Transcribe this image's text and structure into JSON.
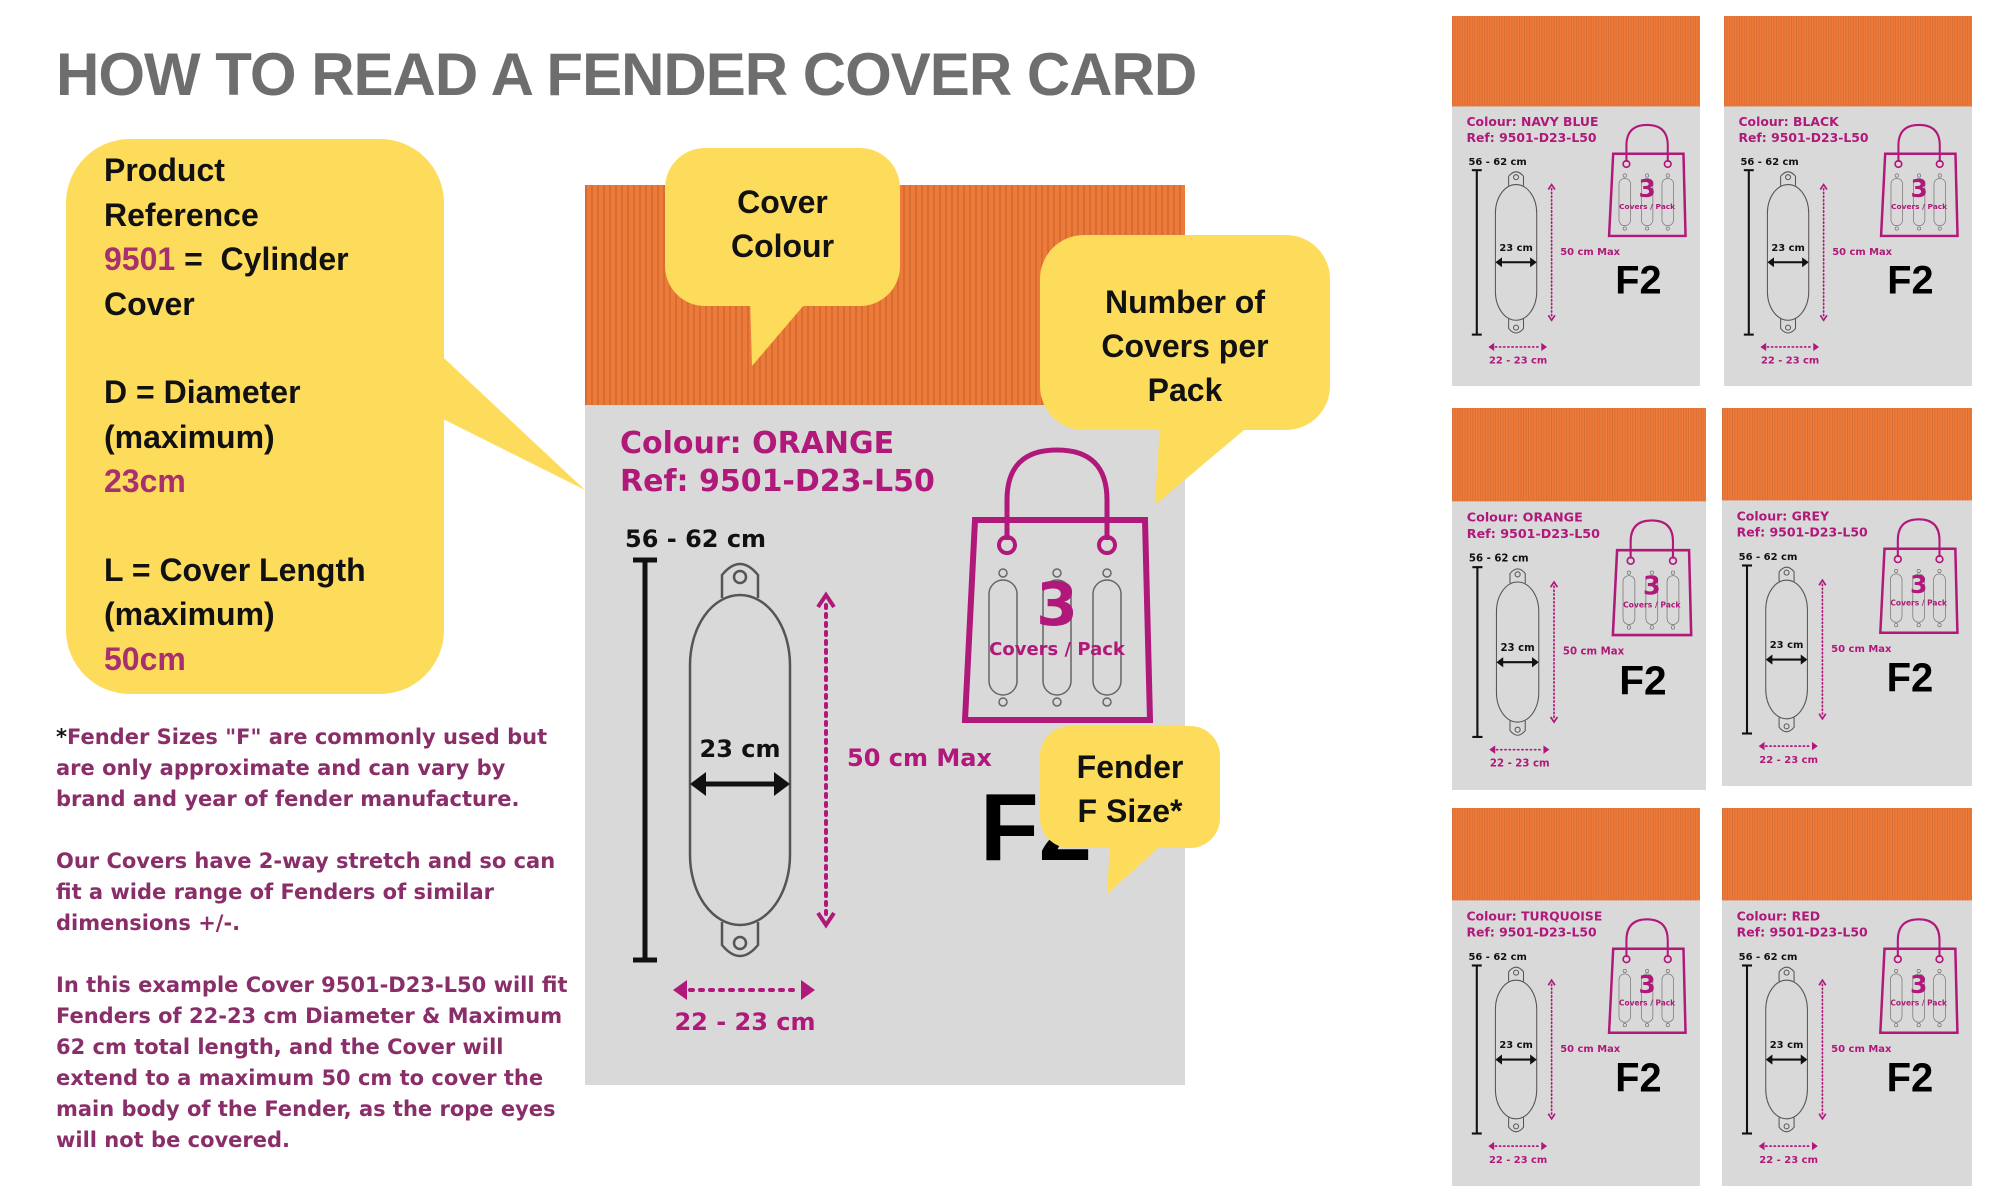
{
  "title": "HOW TO READ A FENDER COVER CARD",
  "colors": {
    "magenta": "#b0187a",
    "callout_yellow": "#fddc5c",
    "card_grey": "#d9d9d9",
    "title_grey": "#6e6e6e",
    "note_text": "#8a2e6a"
  },
  "product_reference_callout": {
    "line1": "Product",
    "line2": "Reference",
    "code": "9501",
    "code_eq": " =  Cylinder",
    "code_desc": "Cover",
    "diameter_label": "D = Diameter",
    "diameter_qual": "(maximum)",
    "diameter_value": "23cm",
    "length_label": "L = Cover Length",
    "length_qual": "(maximum)",
    "length_value": "50cm"
  },
  "callouts": {
    "cover_colour": [
      "Cover",
      "Colour"
    ],
    "covers_per_pack": [
      "Number of",
      "Covers per",
      "Pack"
    ],
    "fender_size": [
      "Fender",
      "F Size*"
    ]
  },
  "notes": {
    "asterisk": "*",
    "p1": "Fender Sizes \"F\" are commonly used but are only approximate and can vary by brand and year of fender manufacture.",
    "p2": "Our Covers have 2-way stretch and so can fit a wide range of Fenders of similar dimensions +/-.",
    "p3": "In this example Cover 9501-D23-L50 will fit Fenders of 22-23 cm Diameter & Maximum 62 cm total length, and the Cover will extend to a maximum 50 cm to cover the main body of the Fender, as the rope eyes will not be covered."
  },
  "card_common": {
    "ref": "Ref: 9501-D23-L50",
    "total_length": "56 - 62 cm",
    "diameter": "23 cm",
    "cover_length": "50 cm Max",
    "diameter_range": "22 - 23 cm",
    "pack_count": "3",
    "pack_label": "Covers / Pack",
    "fender_size": "F2"
  },
  "main_card": {
    "colour_label": "Colour: ORANGE",
    "swatch": "#ee7a3a"
  },
  "cards": [
    {
      "colour_label": "Colour: NAVY BLUE",
      "swatch": "#1e2a5c"
    },
    {
      "colour_label": "Colour: BLACK",
      "swatch": "#242426"
    },
    {
      "colour_label": "Colour: ORANGE",
      "swatch": "#ee7a3a"
    },
    {
      "colour_label": "Colour: GREY",
      "swatch": "#66625e"
    },
    {
      "colour_label": "Colour: TURQUOISE",
      "swatch": "#6fcdbd"
    },
    {
      "colour_label": "Colour: RED",
      "swatch": "#a3121c"
    }
  ]
}
